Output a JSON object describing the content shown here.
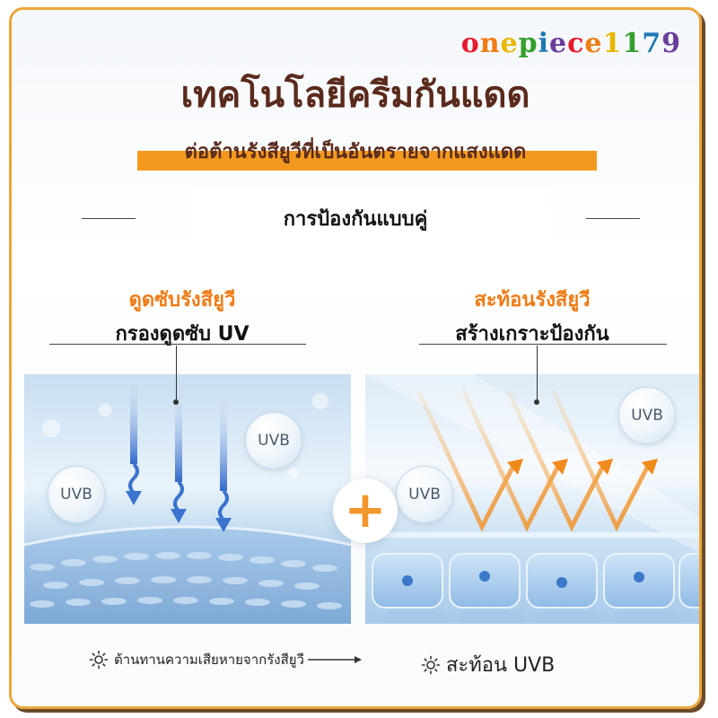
{
  "brand": {
    "text": "onepiece1179",
    "colors": [
      "#e6192d",
      "#f07b14",
      "#e8b800",
      "#33a02c",
      "#1f78b4",
      "#6a3d9a"
    ]
  },
  "header": {
    "title": "เทคโนโลยีครีมกันแดด",
    "banner": "ต่อต้านรังสียูวีที่เป็นอันตรายจากแสงแดด",
    "subtitle": "การป้องกันแบบคู่"
  },
  "left": {
    "heading": "ดูดซับรังสียูวี",
    "subheading": "กรองดูดซับ UV",
    "badge_1": "UVB",
    "badge_2": "UVB"
  },
  "right": {
    "heading": "สะท้อนรังสียูวี",
    "subheading": "สร้างเกราะป้องกัน",
    "badge_1": "UVB",
    "badge_2": "UVB"
  },
  "plus": "+",
  "footer": {
    "left_text": "ต้านทานความเสียหายจากรังสียูวี",
    "right_text": "สะท้อน UVB"
  },
  "colors": {
    "accent_orange": "#f39a1e",
    "title_brown": "#5a2a1c",
    "frame_border": "#e9a63a"
  },
  "icons": {
    "sun": "sun-icon",
    "arrow": "arrow-right-icon",
    "plus": "plus-icon"
  }
}
